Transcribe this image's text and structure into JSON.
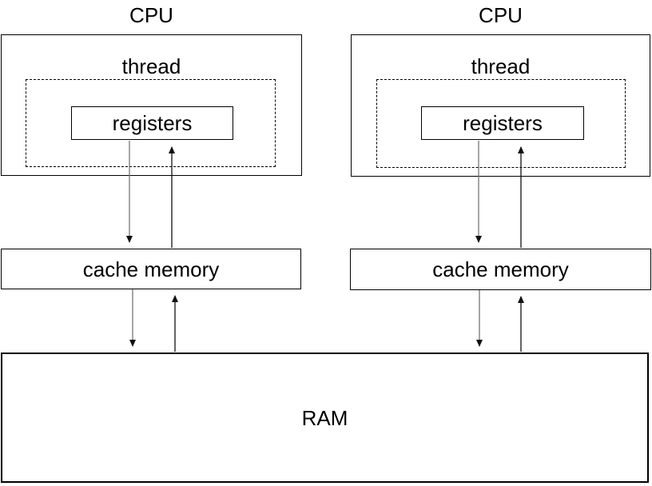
{
  "diagram": {
    "cpus": [
      {
        "label": "CPU",
        "thread": "thread",
        "registers": "registers",
        "cache": "cache memory"
      },
      {
        "label": "CPU",
        "thread": "thread",
        "registers": "registers",
        "cache": "cache memory"
      }
    ],
    "ram": "RAM",
    "colors": {
      "border": "#000000",
      "text": "#000000",
      "down_arrow_line": "#757575",
      "up_arrow_line": "#111111",
      "arrowhead": "#111111",
      "background": "#ffffff"
    }
  }
}
